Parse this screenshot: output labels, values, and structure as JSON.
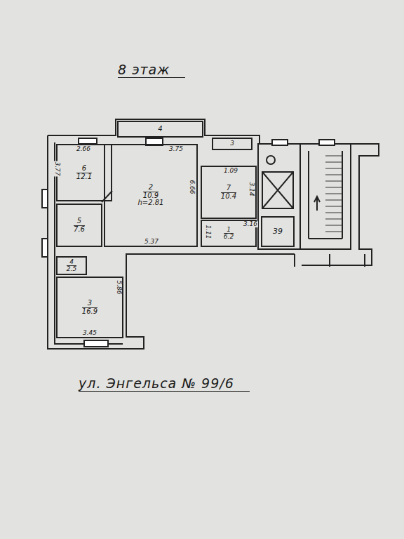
{
  "diagram": {
    "title": "8 этаж",
    "caption": "ул. Энгельса № 99/6",
    "nodes": [
      {
        "text": [
          "6",
          "12.1"
        ]
      },
      {
        "text": [
          "2",
          "10.9",
          "h=2.81"
        ]
      },
      {
        "text": [
          "5",
          "7.6"
        ]
      },
      {
        "text": [
          "7",
          "10.4"
        ]
      },
      {
        "text": [
          "1",
          "6.2"
        ]
      },
      {
        "text": [
          "4",
          "2.5"
        ]
      },
      {
        "text": [
          "3",
          "16.9"
        ]
      },
      {
        "text": [
          "4"
        ]
      },
      {
        "text": [
          "3"
        ]
      },
      {
        "text": [
          "39"
        ]
      }
    ],
    "labels": [
      "2.66",
      "3.77",
      "3.75",
      "6.66",
      "5.37",
      "1.09",
      "3.14",
      "3.16",
      "1.11",
      "5.86",
      "3.45"
    ]
  }
}
